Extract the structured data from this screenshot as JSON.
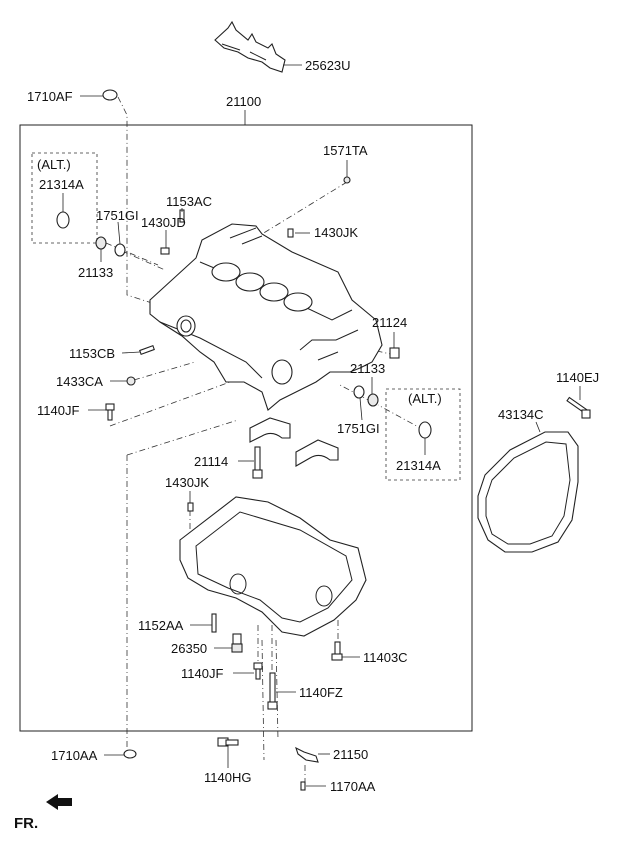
{
  "labels": {
    "p25623U": "25623U",
    "p1710AF": "1710AF",
    "p21100": "21100",
    "p1571TA": "1571TA",
    "alt1": "(ALT.)",
    "p21314A_1": "21314A",
    "p1751GI_1": "1751GI",
    "p1153AC": "1153AC",
    "p1430JD": "1430JD",
    "p1430JK_1": "1430JK",
    "p21133_1": "21133",
    "p21124": "21124",
    "p1153CB": "1153CB",
    "p21133_2": "21133",
    "p1433CA": "1433CA",
    "alt2": "(ALT.)",
    "p1140EJ": "1140EJ",
    "p1140JF_1": "1140JF",
    "p43134C": "43134C",
    "p1751GI_2": "1751GI",
    "p21314A_2": "21314A",
    "p21114": "21114",
    "p1430JK_2": "1430JK",
    "p1152AA": "1152AA",
    "p26350": "26350",
    "p11403C": "11403C",
    "p1140JF_2": "1140JF",
    "p1140FZ": "1140FZ",
    "p1710AA": "1710AA",
    "p21150": "21150",
    "p1140HG": "1140HG",
    "p1170AA": "1170AA",
    "fr": "FR."
  }
}
